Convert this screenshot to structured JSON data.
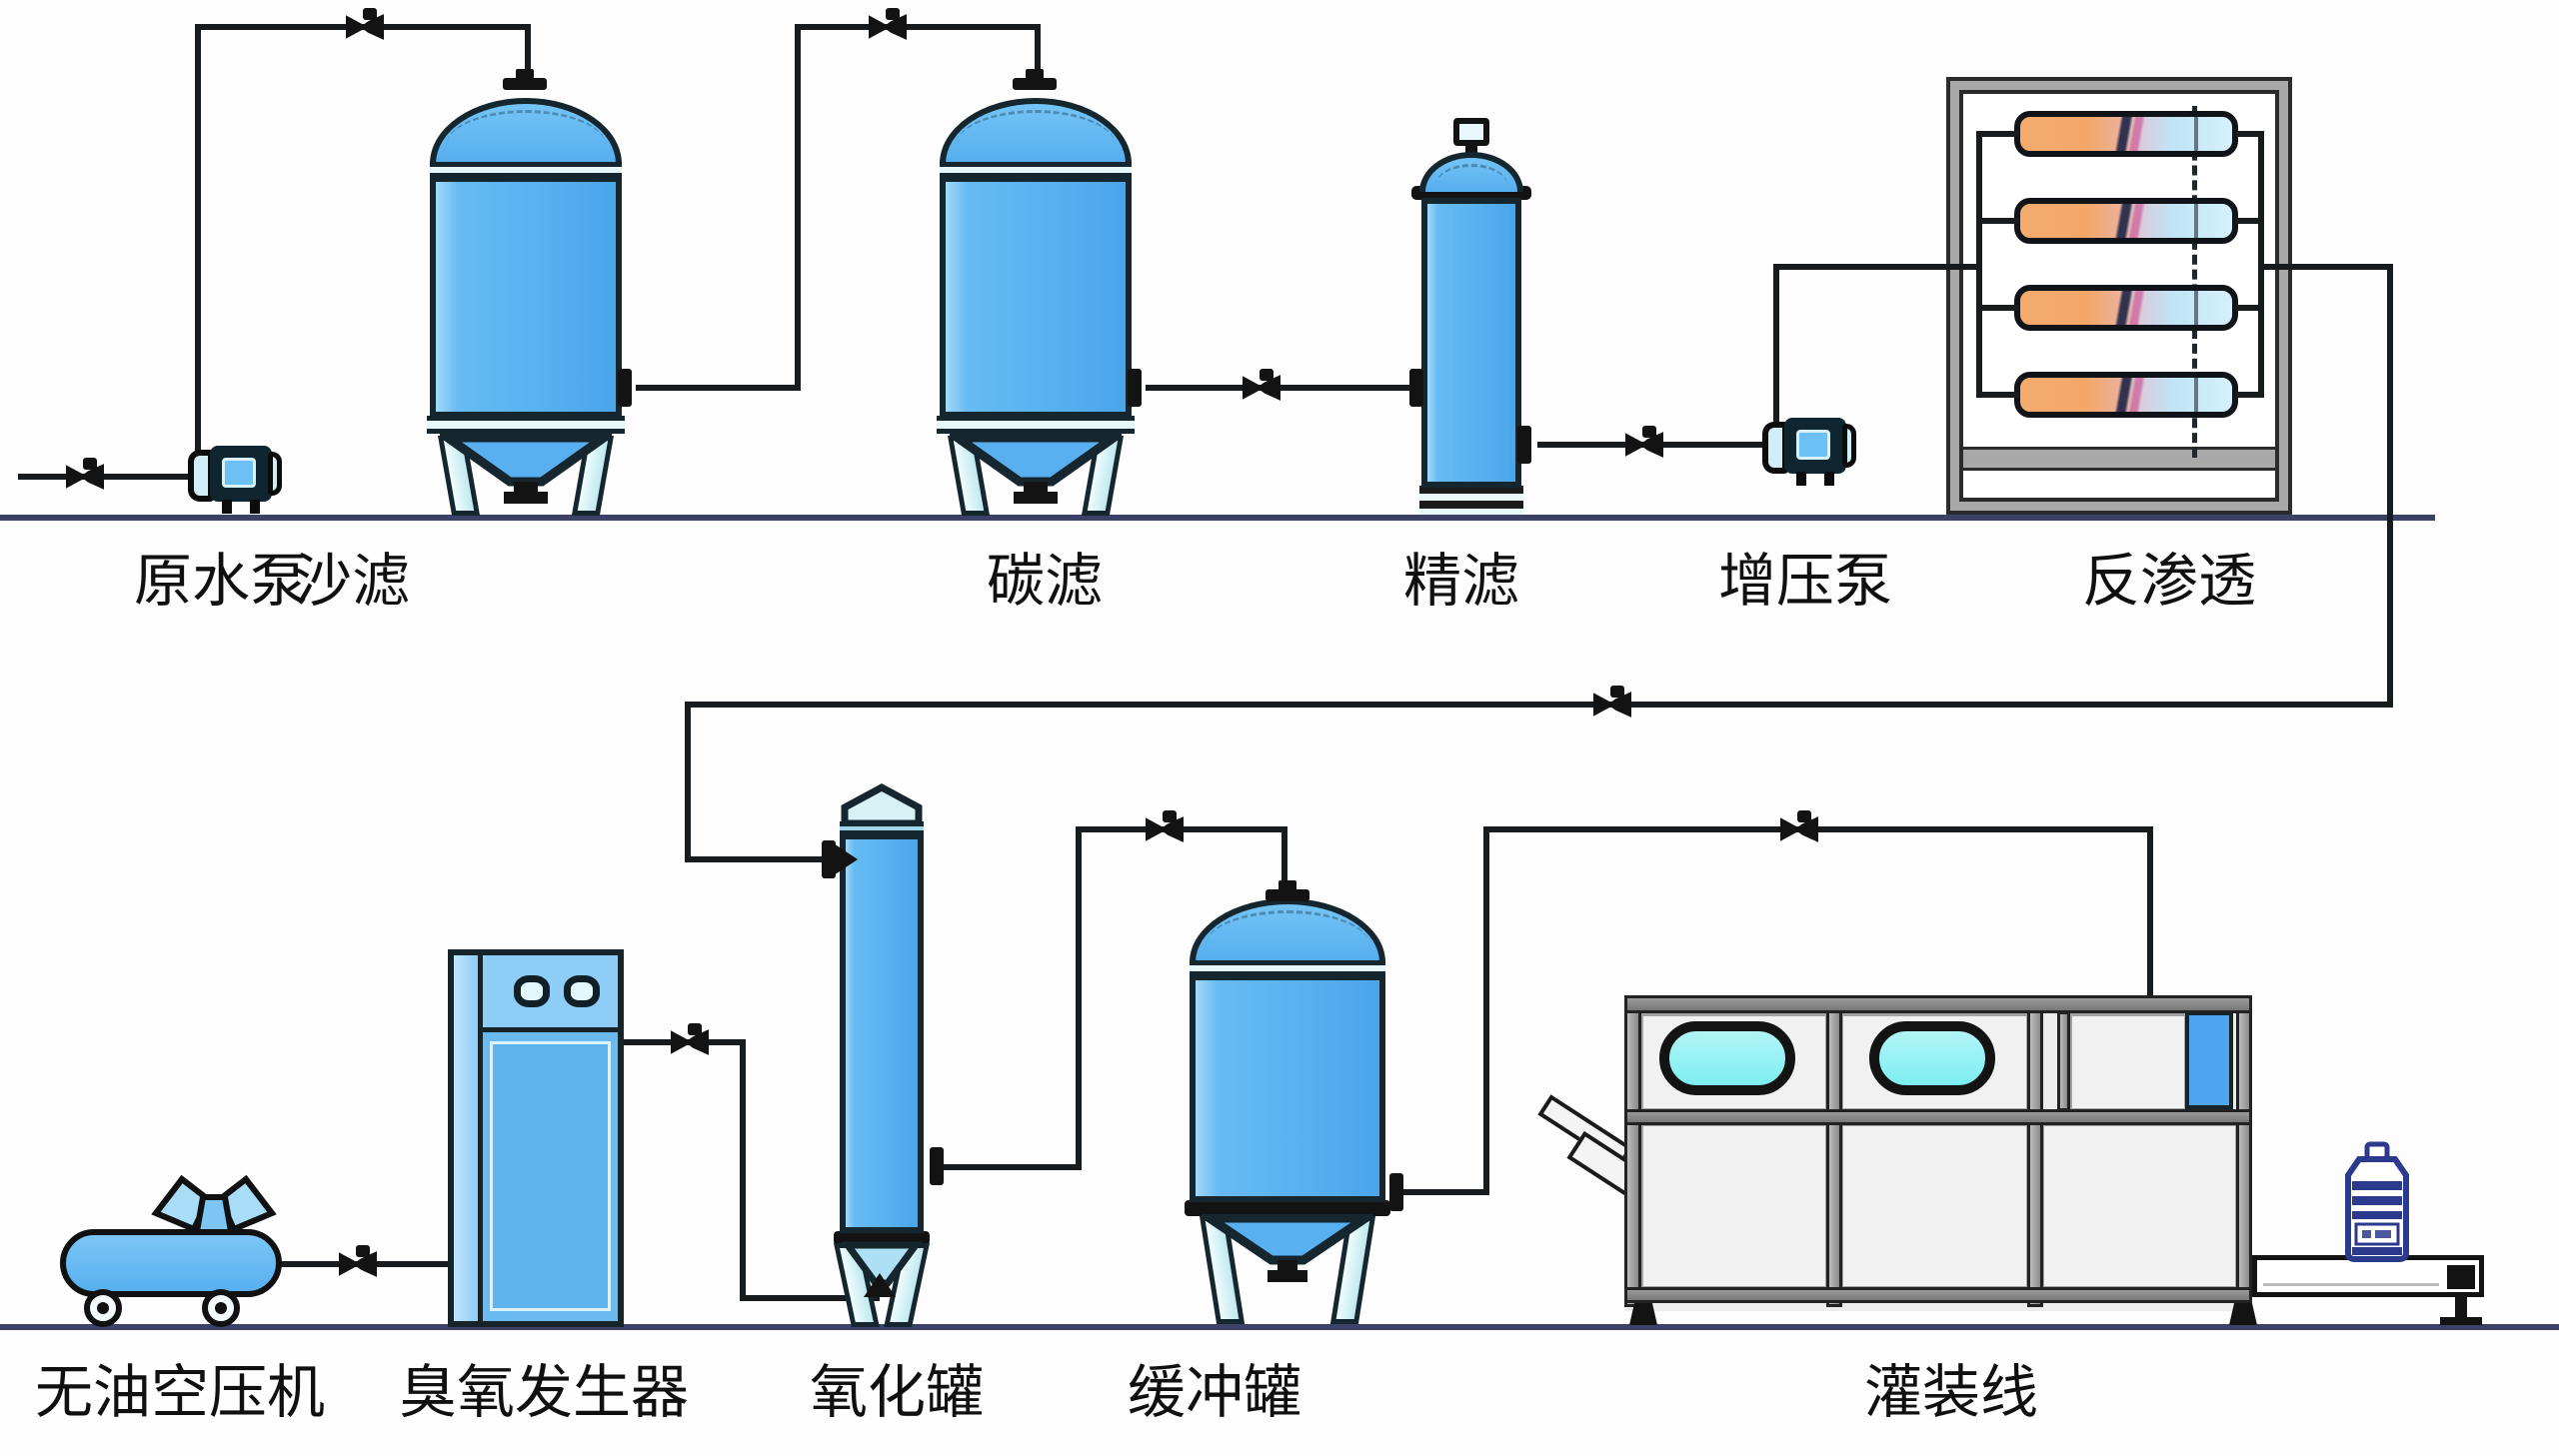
{
  "diagram": {
    "type": "water-treatment-and-filling-process-flow",
    "rows": 2
  },
  "labels": {
    "raw_water_pump": "原水泵",
    "sand_filter": "沙滤",
    "carbon_filter": "碳滤",
    "fine_filter": "精滤",
    "booster_pump": "增压泵",
    "reverse_osmosis": "反渗透",
    "air_compressor": "无油空压机",
    "ozone_generator": "臭氧发生器",
    "oxidation_tank": "氧化罐",
    "buffer_tank": "缓冲罐",
    "filling_line": "灌装线"
  },
  "colors": {
    "tank_blue": "#58b0f0",
    "tank_blue_light": "#a3d9f8",
    "accent_teal": "#cfeef8",
    "window_cyan": "#7deef0",
    "machine_gray": "#ececec",
    "frame_gray": "#a9a9a9",
    "membrane_orange": "#f5ab6e",
    "membrane_blue": "#c9ecf8",
    "bottle_navy": "#2c3a8e",
    "ground_navy": "#3c4168",
    "pipe_black": "#191c1e"
  }
}
